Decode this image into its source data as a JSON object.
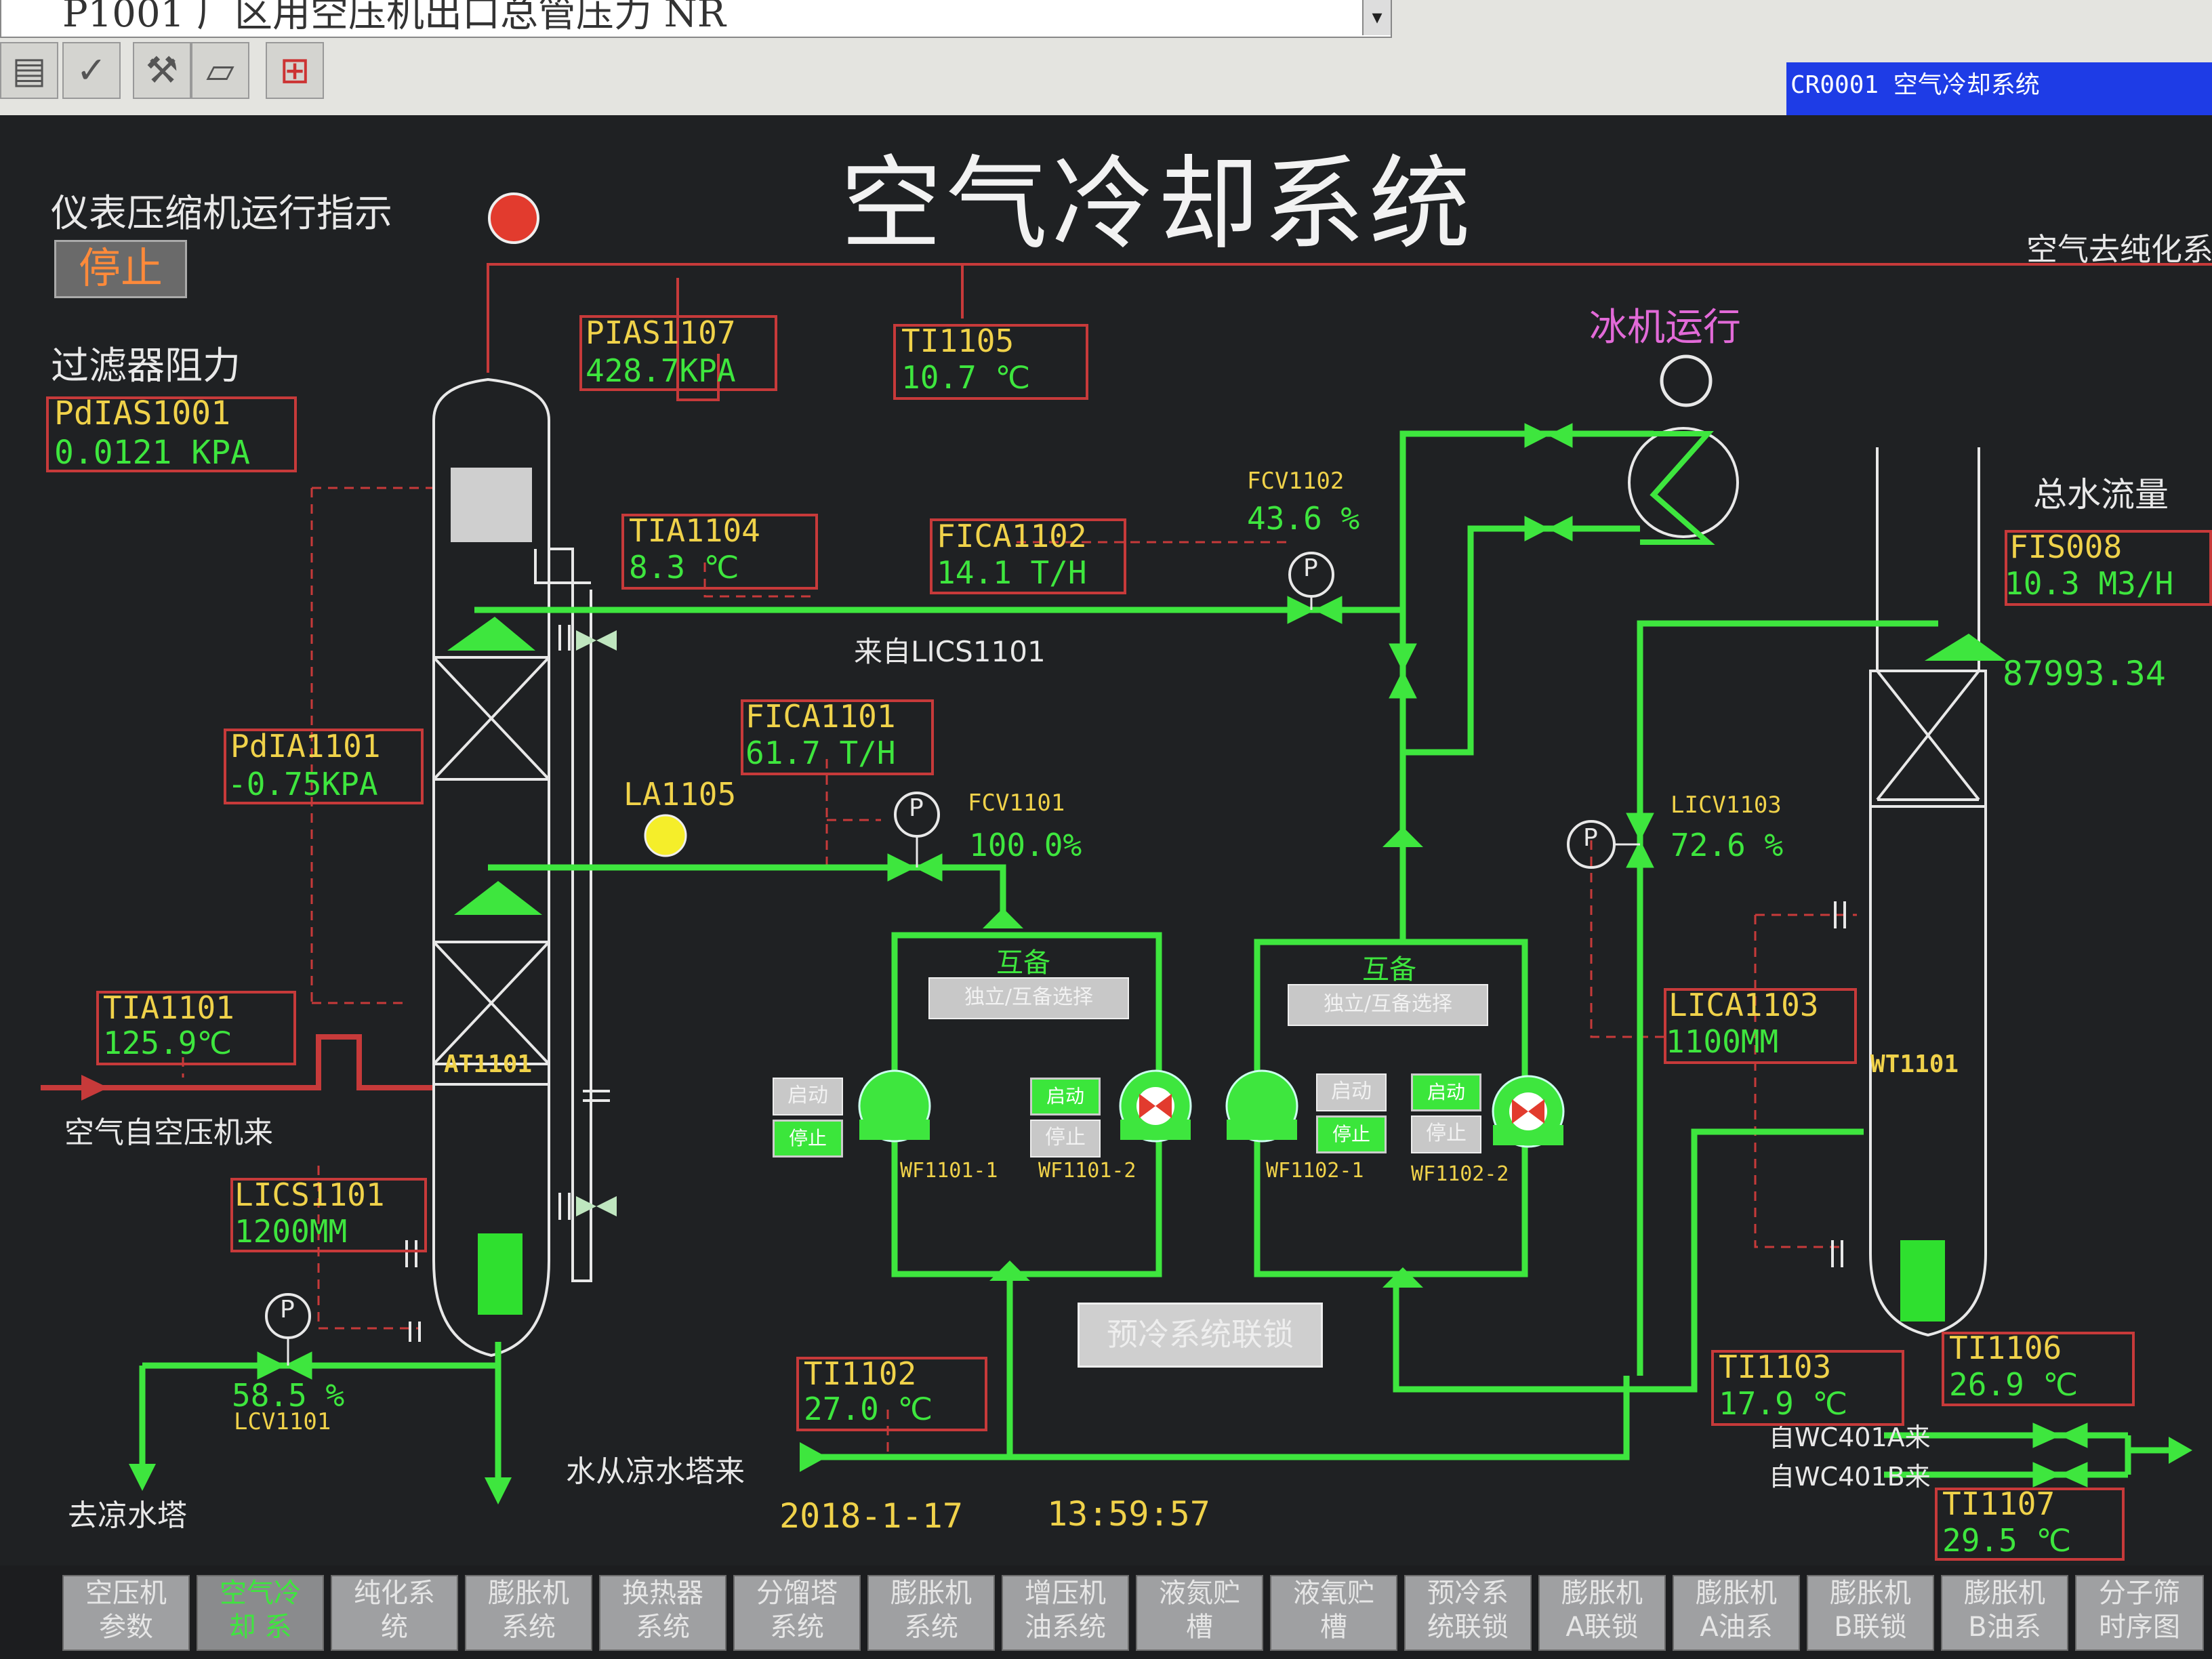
{
  "header": {
    "alarm_text": "P1001   厂区用空压机出口总管压力 NR",
    "window_title": "CR0001 空气冷却系统"
  },
  "diagram": {
    "title": "空气冷却系统",
    "compressor_indicator_label": "仪表压缩机运行指示",
    "stop_button": "停止",
    "filter_resistance_label": "过滤器阻力",
    "to_purification_label": "空气去纯化系",
    "ice_machine_label": "冰机运行",
    "total_water_flow_label": "总水流量",
    "air_from_compressor_label": "空气自空压机来",
    "to_cooling_tower_label": "去凉水塔",
    "water_from_cooling_tower_label": "水从凉水塔来",
    "from_lics_label": "来自LICS1101",
    "from_wc401a_label": "自WC401A来",
    "from_wc401b_label": "自WC401B来",
    "precool_button": "预冷系统联锁",
    "date": "2018-1-17",
    "time": "13:59:57",
    "total_flow_value": "87993.34",
    "la1105_label": "LA1105",
    "p_symbol": "P",
    "vessels": {
      "at": "AT1101",
      "wt": "WT1101"
    },
    "instruments": {
      "pdias1001": {
        "tag": "PdIAS1001",
        "value": "0.0121 KPA"
      },
      "pias1107": {
        "tag": "PIAS1107",
        "value": "428.7KPA"
      },
      "ti1105": {
        "tag": "TI1105",
        "value": "10.7 ℃"
      },
      "tia1104": {
        "tag": "TIA1104",
        "value": "8.3  ℃"
      },
      "fica1102": {
        "tag": "FICA1102",
        "value": "14.1 T/H"
      },
      "fica1101": {
        "tag": "FICA1101",
        "value": "61.7 T/H"
      },
      "pdia1101": {
        "tag": "PdIA1101",
        "value": "-0.75KPA"
      },
      "tia1101": {
        "tag": "TIA1101",
        "value": "125.9℃"
      },
      "lics1101": {
        "tag": "LICS1101",
        "value": "1200MM"
      },
      "ti1102": {
        "tag": "TI1102",
        "value": "27.0 ℃"
      },
      "fis008": {
        "tag": "FIS008",
        "value": "10.3 M3/H"
      },
      "lica1103": {
        "tag": "LICA1103",
        "value": "1100MM"
      },
      "ti1103": {
        "tag": "TI1103",
        "value": "17.9 ℃"
      },
      "ti1106": {
        "tag": "TI1106",
        "value": "26.9 ℃"
      },
      "ti1107": {
        "tag": "TI1107",
        "value": "29.5 ℃"
      }
    },
    "valves": {
      "fcv1102": {
        "tag": "FCV1102",
        "value": "43.6 %"
      },
      "fcv1101": {
        "tag": "FCV1101",
        "value": "100.0%"
      },
      "licv1103": {
        "tag": "LICV1103",
        "value": "72.6 %"
      },
      "lcv1101": {
        "tag": "LCV1101",
        "value": "58.5 %"
      }
    },
    "pump_groups": [
      {
        "standby": "互备",
        "select_button": "独立/互备选择",
        "pumps": [
          {
            "name": "WF1101-1",
            "start": "启动",
            "stop": "停止"
          },
          {
            "name": "WF1101-2",
            "start": "启动",
            "stop": "停止"
          }
        ]
      },
      {
        "standby": "互备",
        "select_button": "独立/互备选择",
        "pumps": [
          {
            "name": "WF1102-1",
            "start": "启动",
            "stop": "停止"
          },
          {
            "name": "WF1102-2",
            "start": "启动",
            "stop": "停止"
          }
        ]
      }
    ]
  },
  "nav": [
    {
      "line1": "空压机",
      "line2": "参数"
    },
    {
      "line1": "空气冷",
      "line2": "却 系"
    },
    {
      "line1": "纯化系",
      "line2": "统"
    },
    {
      "line1": "膨胀机",
      "line2": "系统"
    },
    {
      "line1": "换热器",
      "line2": "系统"
    },
    {
      "line1": "分馏塔",
      "line2": "系统"
    },
    {
      "line1": "膨胀机",
      "line2": "系统"
    },
    {
      "line1": "增压机",
      "line2": "油系统"
    },
    {
      "line1": "液氮贮",
      "line2": "槽"
    },
    {
      "line1": "液氧贮",
      "line2": "槽"
    },
    {
      "line1": "预冷系",
      "line2": "统联锁"
    },
    {
      "line1": "膨胀机",
      "line2": "A联锁"
    },
    {
      "line1": "膨胀机",
      "line2": "A油系"
    },
    {
      "line1": "膨胀机",
      "line2": "B联锁"
    },
    {
      "line1": "膨胀机",
      "line2": "B油系"
    },
    {
      "line1": "分子筛",
      "line2": "时序图"
    }
  ],
  "colors": {
    "pipe": "#3ee63e",
    "signal": "#c73a3a",
    "tag": "#f0d24a",
    "background": "#1f2123"
  }
}
